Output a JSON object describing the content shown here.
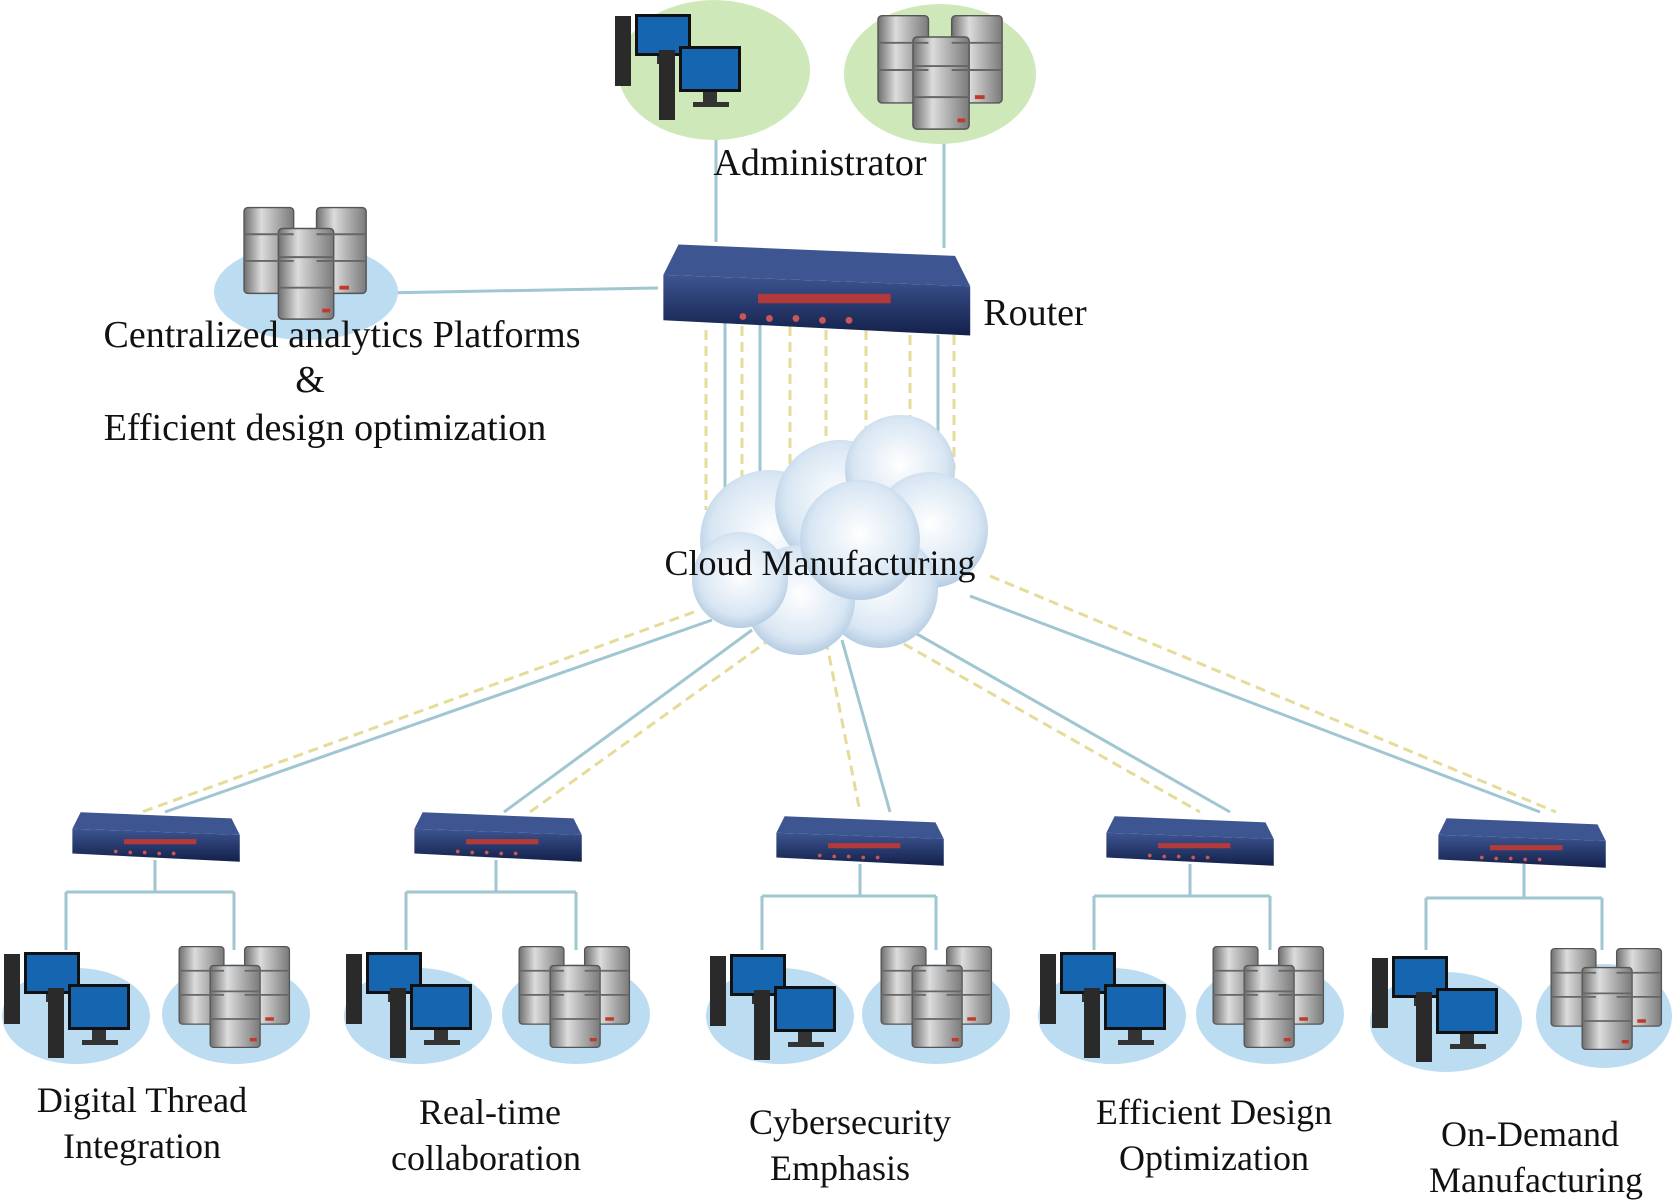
{
  "labels": {
    "administrator": "Administrator",
    "router": "Router",
    "analytics_line1": "Centralized analytics Platforms",
    "analytics_line2": "&",
    "analytics_line3": "Efficient design optimization",
    "cloud": "Cloud Manufacturing"
  },
  "branches": [
    {
      "line1": "Digital Thread",
      "line2": "Integration"
    },
    {
      "line1": "Real-time",
      "line2": "collaboration"
    },
    {
      "line1": "Cybersecurity",
      "line2": "Emphasis"
    },
    {
      "line1": "Efficient Design",
      "line2": "Optimization"
    },
    {
      "line1": "On-Demand",
      "line2": "Manufacturing"
    }
  ],
  "colors": {
    "solid_link": "#9fc6d1",
    "dashed_link": "#e5dc9a",
    "admin_ellipse": "#cfe8b9",
    "server_ellipse": "#cfe8b9",
    "node_ellipse": "#bcdcf2",
    "router_body": "#1e2f5e",
    "monitor_screen": "#1565b0",
    "server_gray": "#a9a9a9"
  }
}
